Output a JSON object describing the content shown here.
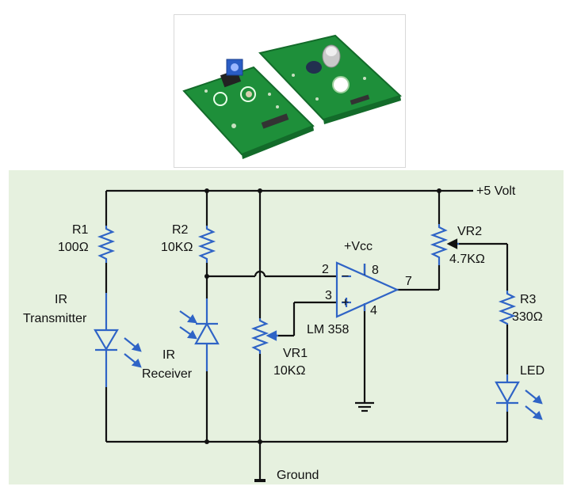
{
  "colors": {
    "panel_bg": "#e6f1df",
    "wire": "#111111",
    "component": "#2f64c6",
    "pcb_green": "#1e8f3a",
    "pcb_dark": "#136b2a",
    "pot_blue": "#2a5dc4"
  },
  "icons": [
    "pcb-board-photo",
    "resistor",
    "potentiometer",
    "ir-led",
    "photodiode",
    "op-amp",
    "led",
    "ground-symbol"
  ],
  "labels": {
    "supply": "+5 Volt",
    "ground": "Ground",
    "r1_name": "R1",
    "r1_value": "100Ω",
    "r2_name": "R2",
    "r2_value": "10KΩ",
    "ir_tx_line1": "IR",
    "ir_tx_line2": "Transmitter",
    "ir_rx_line1": "IR",
    "ir_rx_line2": "Receiver",
    "vr1_name": "VR1",
    "vr1_value": "10KΩ",
    "opamp_vcc": "+Vcc",
    "opamp_model": "LM 358",
    "opamp_minus": "−",
    "opamp_plus": "+",
    "pin2": "2",
    "pin3": "3",
    "pin4": "4",
    "pin7": "7",
    "pin8": "8",
    "vr2_name": "VR2",
    "vr2_value": "4.7KΩ",
    "r3_name": "R3",
    "r3_value": "330Ω",
    "led": "LED"
  }
}
